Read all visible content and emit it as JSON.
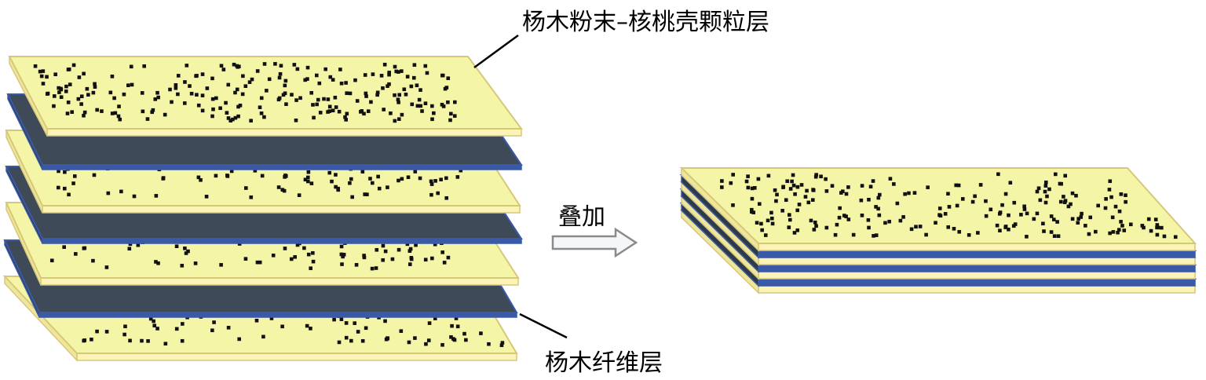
{
  "labels": {
    "particle_layer": "杨木粉末–核桃壳颗粒层",
    "fiber_layer": "杨木纤维层",
    "stack_action": "叠加"
  },
  "colors": {
    "particle_top": "#f5f5a8",
    "particle_edge": "#d7c878",
    "fiber_top": "#3f4a58",
    "fiber_edge": "#3a5aa8",
    "dot": "#111111",
    "arrow_fill": "#f4f6f8",
    "arrow_stroke": "#8a8a8a"
  },
  "structure": {
    "stack_sequence": [
      "particle",
      "fiber",
      "particle",
      "fiber",
      "particle",
      "fiber",
      "particle"
    ],
    "composite_layers": [
      "particle",
      "fiber",
      "particle",
      "fiber",
      "particle",
      "fiber",
      "particle"
    ]
  }
}
